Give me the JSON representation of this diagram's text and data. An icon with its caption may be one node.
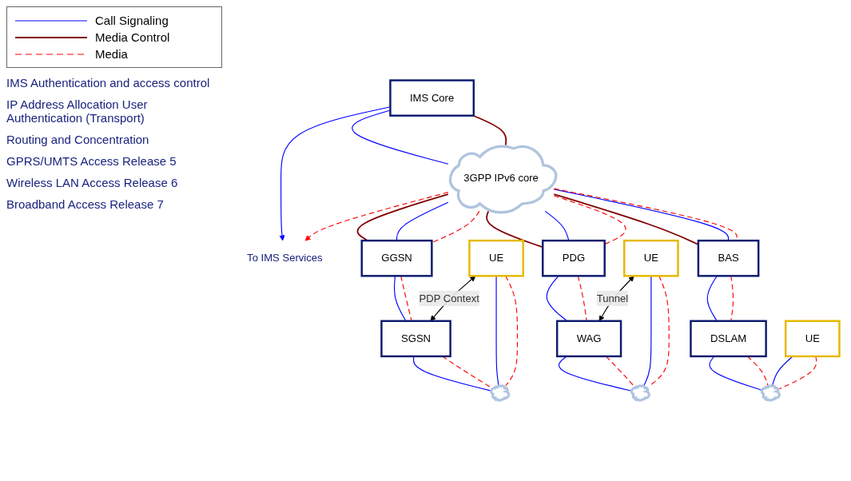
{
  "diagram": {
    "nodes": [
      {
        "text": [
          "IMS Core"
        ]
      },
      {
        "text": [
          "To IMS Services"
        ]
      },
      {
        "text": [
          "3GPP IPv6 core"
        ]
      },
      {
        "text": [
          "GGSN"
        ]
      },
      {
        "text": [
          "SGSN"
        ]
      },
      {
        "text": [
          "PDG"
        ]
      },
      {
        "text": [
          "WAG"
        ]
      },
      {
        "text": [
          "BAS"
        ]
      },
      {
        "text": [
          "DSLAM"
        ]
      },
      {
        "text": [],
        "shape": "cloud"
      },
      {
        "text": [
          "UE"
        ]
      },
      {
        "text": [],
        "shape": "cloud"
      },
      {
        "text": [
          "UE"
        ]
      },
      {
        "text": [],
        "shape": "cloud"
      },
      {
        "text": [
          "UE"
        ]
      }
    ],
    "edges": [
      {
        "from": 0,
        "to": 1,
        "arrow": "to"
      },
      {
        "from": 0,
        "to": 2,
        "arrow": "none"
      },
      {
        "from": 0,
        "to": 2,
        "arrow": "none",
        "color": "#800000"
      },
      {
        "from": 2,
        "to": 1,
        "arrow": "to",
        "style": "dashed",
        "color": "#ff0000"
      },
      {
        "from": 2,
        "to": 3,
        "arrow": "none",
        "color": "#800000"
      },
      {
        "from": 2,
        "to": 3,
        "arrow": "none"
      },
      {
        "from": 2,
        "to": 3,
        "arrow": "none",
        "style": "dashed",
        "color": "#ff0000"
      },
      {
        "from": 3,
        "to": 4,
        "arrow": "none"
      },
      {
        "from": 3,
        "to": 4,
        "arrow": "none",
        "style": "dashed",
        "color": "#ff0000"
      },
      {
        "from": 4,
        "to": 9,
        "arrow": "none"
      },
      {
        "from": 4,
        "to": 9,
        "arrow": "none",
        "style": "dashed",
        "color": "#ff0000"
      },
      {
        "from": 10,
        "to": 9,
        "arrow": "none"
      },
      {
        "from": 10,
        "to": 9,
        "arrow": "none",
        "style": "dashed",
        "color": "#ff0000"
      },
      {
        "from": 10,
        "to": 4,
        "arrow": "both",
        "label": "PDP Context",
        "color": "#000000"
      },
      {
        "from": 2,
        "to": 5,
        "arrow": "none",
        "color": "#800000"
      },
      {
        "from": 2,
        "to": 5,
        "arrow": "none"
      },
      {
        "from": 2,
        "to": 5,
        "arrow": "none",
        "style": "dashed",
        "color": "#ff0000"
      },
      {
        "from": 5,
        "to": 6,
        "arrow": "none"
      },
      {
        "from": 5,
        "to": 6,
        "arrow": "none",
        "style": "dashed",
        "color": "#ff0000"
      },
      {
        "from": 6,
        "to": 11,
        "arrow": "none"
      },
      {
        "from": 6,
        "to": 11,
        "arrow": "none",
        "style": "dashed",
        "color": "#ff0000"
      },
      {
        "from": 12,
        "to": 11,
        "arrow": "none"
      },
      {
        "from": 12,
        "to": 11,
        "arrow": "none",
        "style": "dashed",
        "color": "#ff0000"
      },
      {
        "from": 12,
        "to": 6,
        "arrow": "both",
        "label": "Tunnel",
        "color": "#000000"
      },
      {
        "from": 2,
        "to": 7,
        "arrow": "none",
        "color": "#800000"
      },
      {
        "from": 2,
        "to": 7,
        "arrow": "none"
      },
      {
        "from": 2,
        "to": 7,
        "arrow": "none",
        "style": "dashed",
        "color": "#ff0000"
      },
      {
        "from": 7,
        "to": 8,
        "arrow": "none"
      },
      {
        "from": 7,
        "to": 8,
        "arrow": "none",
        "style": "dashed",
        "color": "#ff0000"
      },
      {
        "from": 8,
        "to": 13,
        "arrow": "none"
      },
      {
        "from": 8,
        "to": 13,
        "arrow": "none",
        "style": "dashed",
        "color": "#ff0000"
      },
      {
        "from": 14,
        "to": 13,
        "arrow": "none"
      },
      {
        "from": 14,
        "to": 13,
        "arrow": "none",
        "style": "dashed",
        "color": "#ff0000"
      }
    ],
    "labels": [
      "IMS Authentication and access control",
      "IP Address Allocation User Authentication (Transport)",
      "Routing and Concentration",
      "GPRS/UMTS Access Release 5",
      "Wireless LAN Access Release 6",
      "Broadband Access Release 7"
    ],
    "legend": [
      {
        "text": "Call Signaling"
      },
      {
        "text": "Media Control"
      },
      {
        "text": "Media"
      }
    ]
  }
}
